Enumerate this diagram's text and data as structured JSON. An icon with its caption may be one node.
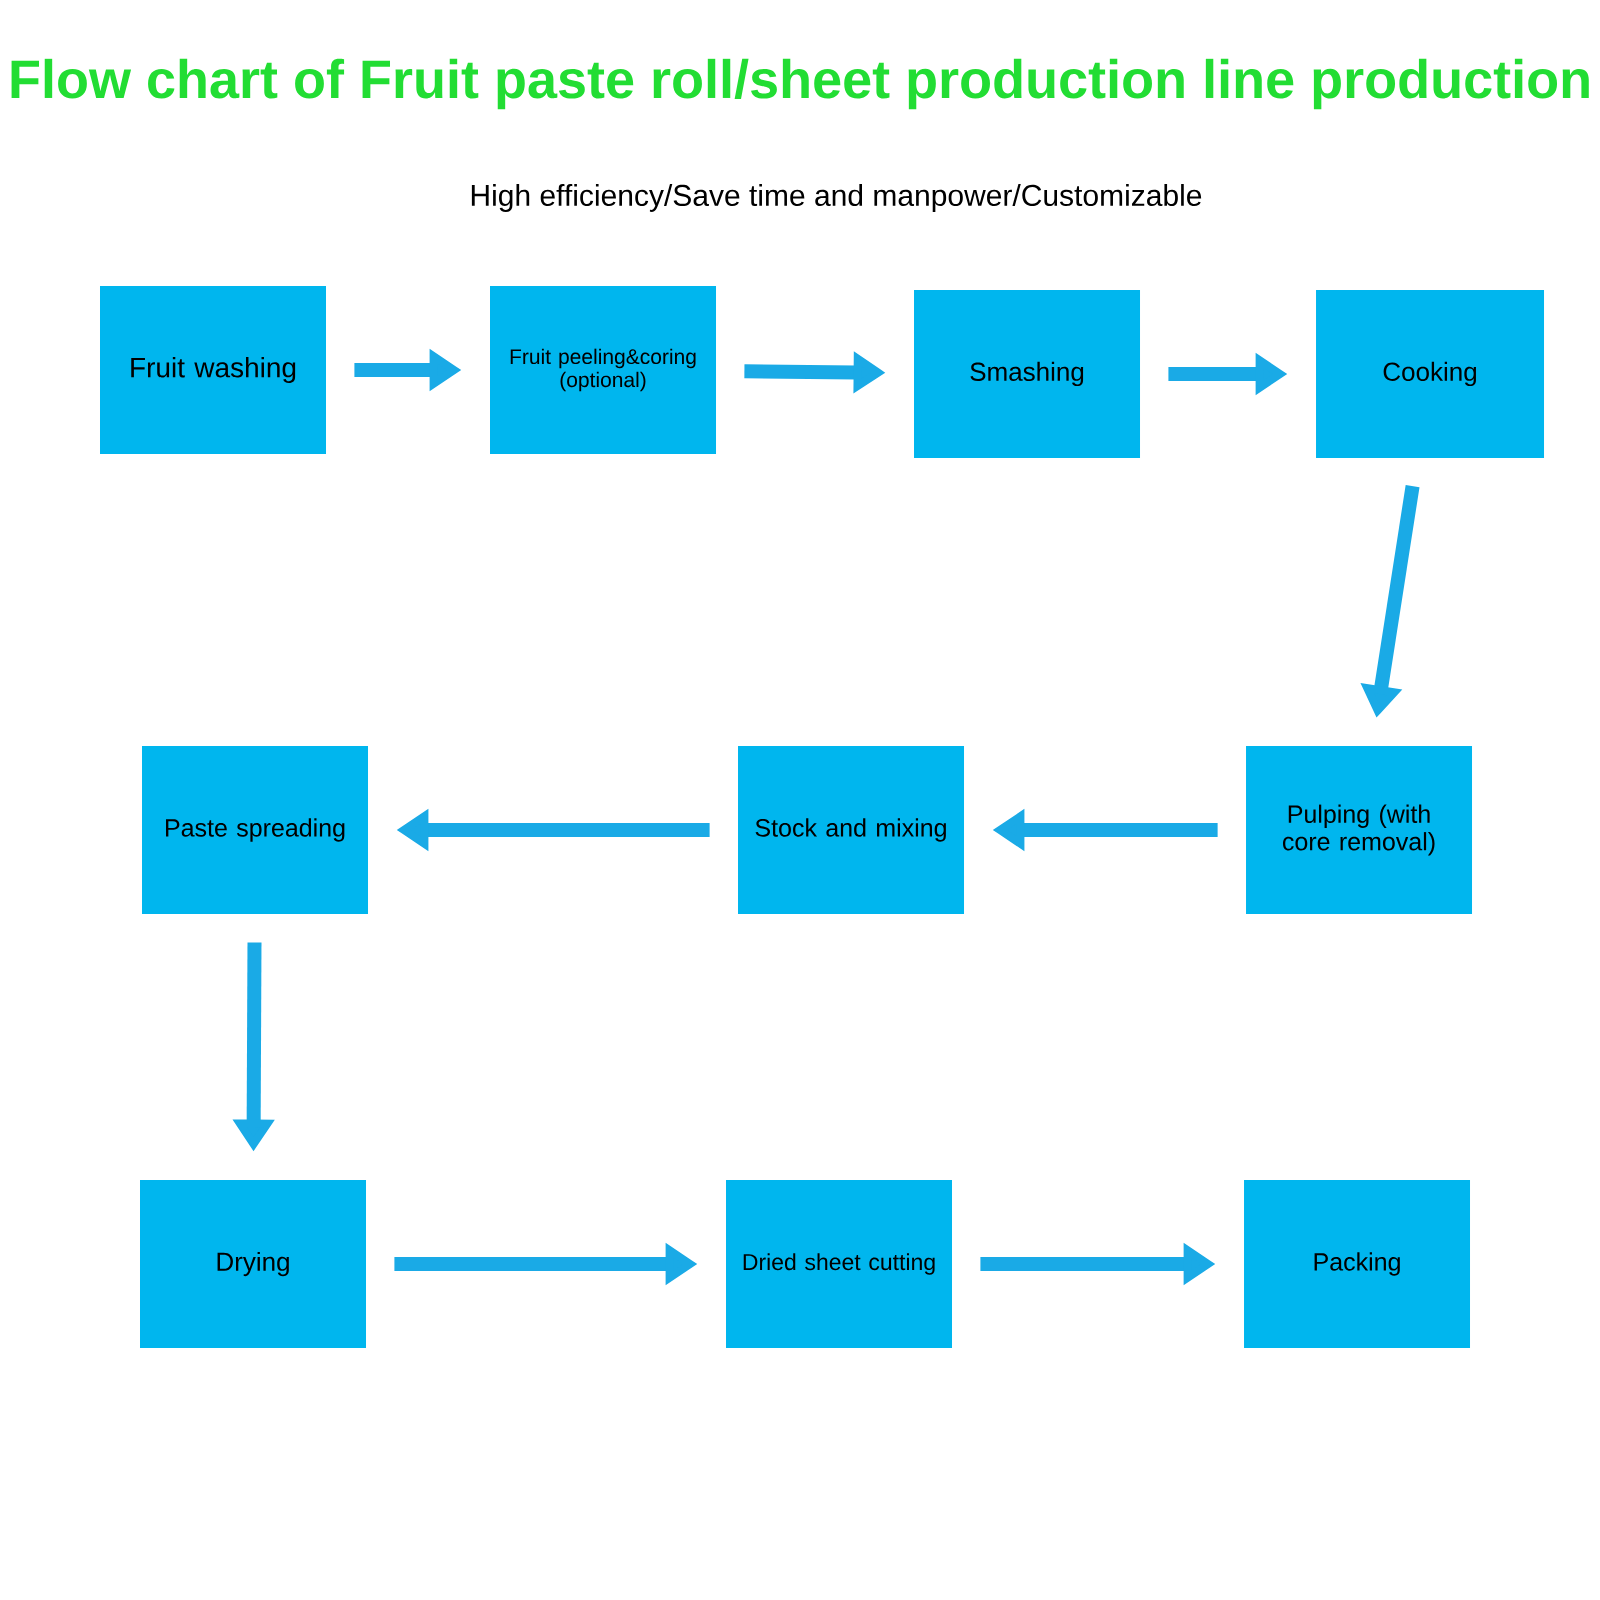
{
  "diagram": {
    "title": "Flow chart of Fruit paste roll/sheet production line production",
    "nodes": [
      {
        "text": [
          "Fruit washing"
        ]
      },
      {
        "text": [
          "Fruit peeling&coring (optional)"
        ]
      },
      {
        "text": [
          "Smashing"
        ]
      },
      {
        "text": [
          "Cooking"
        ]
      },
      {
        "text": [
          "Pulping (with core removal)"
        ]
      },
      {
        "text": [
          "Stock and mixing"
        ]
      },
      {
        "text": [
          "Paste spreading"
        ]
      },
      {
        "text": [
          "Drying"
        ]
      },
      {
        "text": [
          "Dried sheet cutting"
        ]
      },
      {
        "text": [
          "Packing"
        ]
      }
    ],
    "edges": [
      {
        "from": 0,
        "to": 1,
        "arrow": "to"
      },
      {
        "from": 1,
        "to": 2,
        "arrow": "to"
      },
      {
        "from": 2,
        "to": 3,
        "arrow": "to"
      },
      {
        "from": 3,
        "to": 4,
        "arrow": "to"
      },
      {
        "from": 4,
        "to": 5,
        "arrow": "to"
      },
      {
        "from": 5,
        "to": 6,
        "arrow": "to"
      },
      {
        "from": 6,
        "to": 7,
        "arrow": "to"
      },
      {
        "from": 7,
        "to": 8,
        "arrow": "to"
      },
      {
        "from": 8,
        "to": 9,
        "arrow": "to"
      }
    ],
    "labels": [
      "High efficiency/Save time and manpower/Customizable"
    ]
  }
}
